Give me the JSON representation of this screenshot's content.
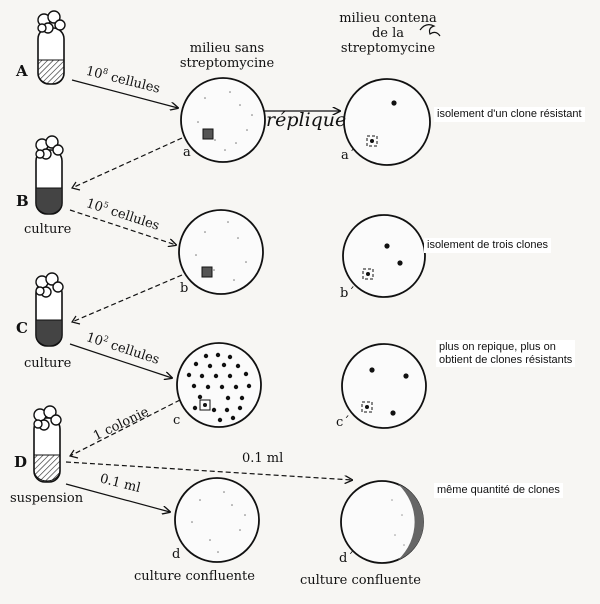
{
  "tubes": {
    "A": "A",
    "B": "B",
    "C": "C",
    "D": "D"
  },
  "tube_captions": {
    "B": "culture",
    "C": "culture",
    "D": "suspension"
  },
  "headers": {
    "no_strep_line1": "milieu sans",
    "no_strep_line2": "streptomycine",
    "with_strep_line1": "milieu contena",
    "with_strep_line2": "de la",
    "with_strep_line3": "streptomycine"
  },
  "arrows": {
    "a_cells_exp": "8",
    "a_cells_base": "10",
    "a_cells_word": "cellules",
    "b_cells_exp": "5",
    "b_cells_base": "10",
    "b_cells_word": "cellules",
    "c_cells_exp": "2",
    "c_cells_base": "10",
    "c_cells_word": "cellules",
    "one_colony": "1 colonie",
    "vol_top": "0.1 ml",
    "vol_bottom": "0.1 ml",
    "replica": "réplique"
  },
  "plates": {
    "a": "a",
    "a_prime": "a´",
    "b": "b",
    "b_prime": "b´",
    "c": "c",
    "c_prime": "c´",
    "d": "d",
    "d_prime": "d´"
  },
  "plate_captions": {
    "d": "culture confluente",
    "d_prime": "culture confluente"
  },
  "notes": {
    "a": "isolement d'un clone résistant",
    "b": "isolement de trois clones",
    "c_line1": "plus on repique, plus on",
    "c_line2": "obtient de clones résistants",
    "d": "même quantité de clones"
  }
}
